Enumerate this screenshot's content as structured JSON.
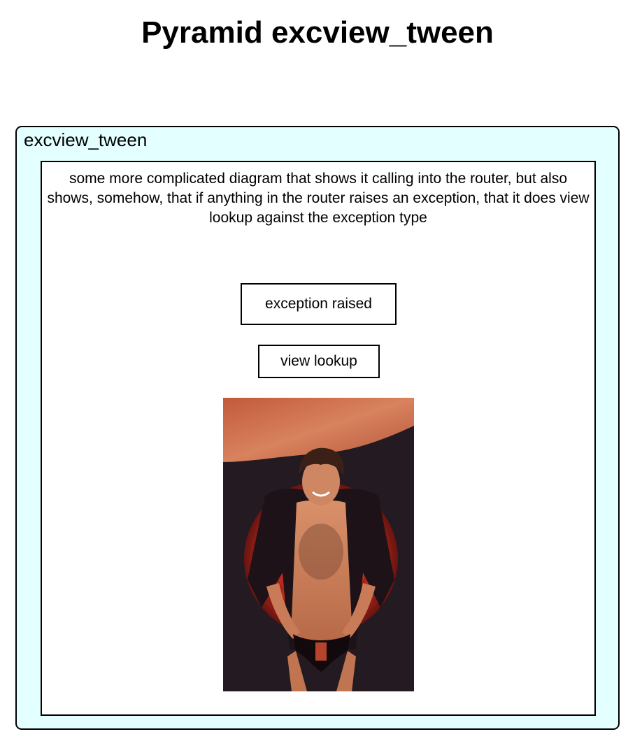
{
  "page": {
    "title": "Pyramid excview_tween"
  },
  "diagram": {
    "container_label": "excview_tween",
    "description": "some more complicated diagram that shows it calling into the router, but also shows, somehow, that if anything in the router raises an exception, that it does view lookup against the exception type",
    "steps": [
      {
        "label": "exception raised"
      },
      {
        "label": "view lookup"
      }
    ],
    "photo": {
      "kind": "photograph-illustration"
    }
  },
  "colors": {
    "container_fill": "#e3ffff",
    "inner_fill": "#ffffff",
    "border": "#000000"
  }
}
